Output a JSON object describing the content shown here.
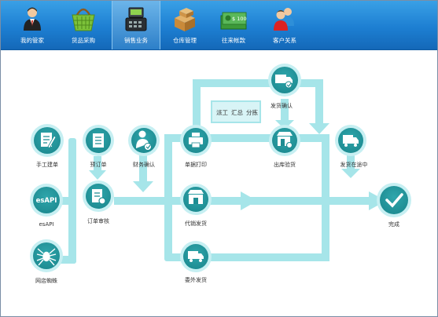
{
  "nav": {
    "items": [
      {
        "label": "我的管家",
        "icon": "butler-icon"
      },
      {
        "label": "货品采购",
        "icon": "shopping-basket-icon"
      },
      {
        "label": "销售业务",
        "icon": "cash-register-icon",
        "active": true
      },
      {
        "label": "仓库管理",
        "icon": "warehouse-boxes-icon"
      },
      {
        "label": "往来帐款",
        "icon": "money-icon"
      },
      {
        "label": "客户关系",
        "icon": "customers-icon"
      }
    ],
    "money_text": "$ 100"
  },
  "flow": {
    "nodes": {
      "manual": "手工建单",
      "esapi_inner": "esAPI",
      "esapi": "esAPI",
      "spider": "网店蜘蛛",
      "preorder": "预订单",
      "order_review": "订单审核",
      "finance": "财务确认",
      "print": "单据打印",
      "consign": "代销发货",
      "outsource": "委外发货",
      "ship_confirm": "发货确认",
      "outbound": "出库验货",
      "in_transit": "发货在途中",
      "done": "完成"
    },
    "box": {
      "dispatch": "派工",
      "summary": "汇总",
      "sort": "分拣"
    }
  },
  "colors": {
    "track": "#a6e5e9",
    "node": "#279aa0",
    "node_light": "#c6eff2",
    "nav_bg": "#1d7fd2"
  }
}
